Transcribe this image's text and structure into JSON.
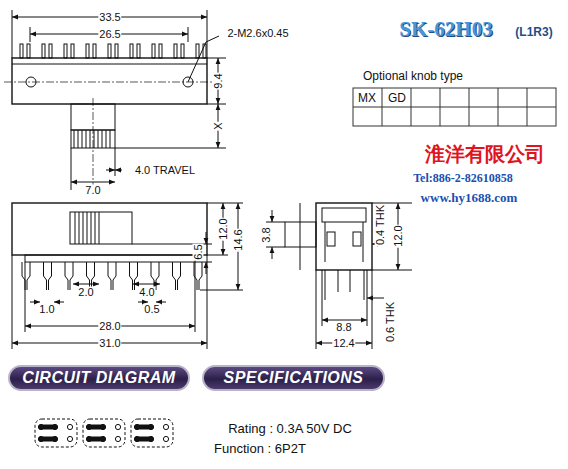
{
  "diagram": {
    "title": "SK-62H03",
    "nodes": [
      {
        "text": [
          "CIRCUIT DIAGRAM"
        ]
      },
      {
        "text": [
          "SPECIFICATIONS"
        ]
      }
    ],
    "labels": [
      "33.5",
      "26.5",
      "2-M2.6x0.45",
      "9.4",
      "X",
      "4.0 TRAVEL",
      "7.0",
      "12.0",
      "6.5",
      "14.6",
      "3.8",
      "0.4 THK",
      "12.0",
      "2.0",
      "4.0",
      "1.0",
      "0.5",
      "28.0",
      "31.0",
      "8.8",
      "12.4",
      "0.6 THK",
      "Optional knob type",
      "MX",
      "GD",
      "(L1R3)",
      "淮洋有限公司",
      "Tel:886-2-82610858",
      "www.hy1688.com",
      "Rating : 0.3A  50V  DC",
      "Function : 6P2T"
    ]
  }
}
